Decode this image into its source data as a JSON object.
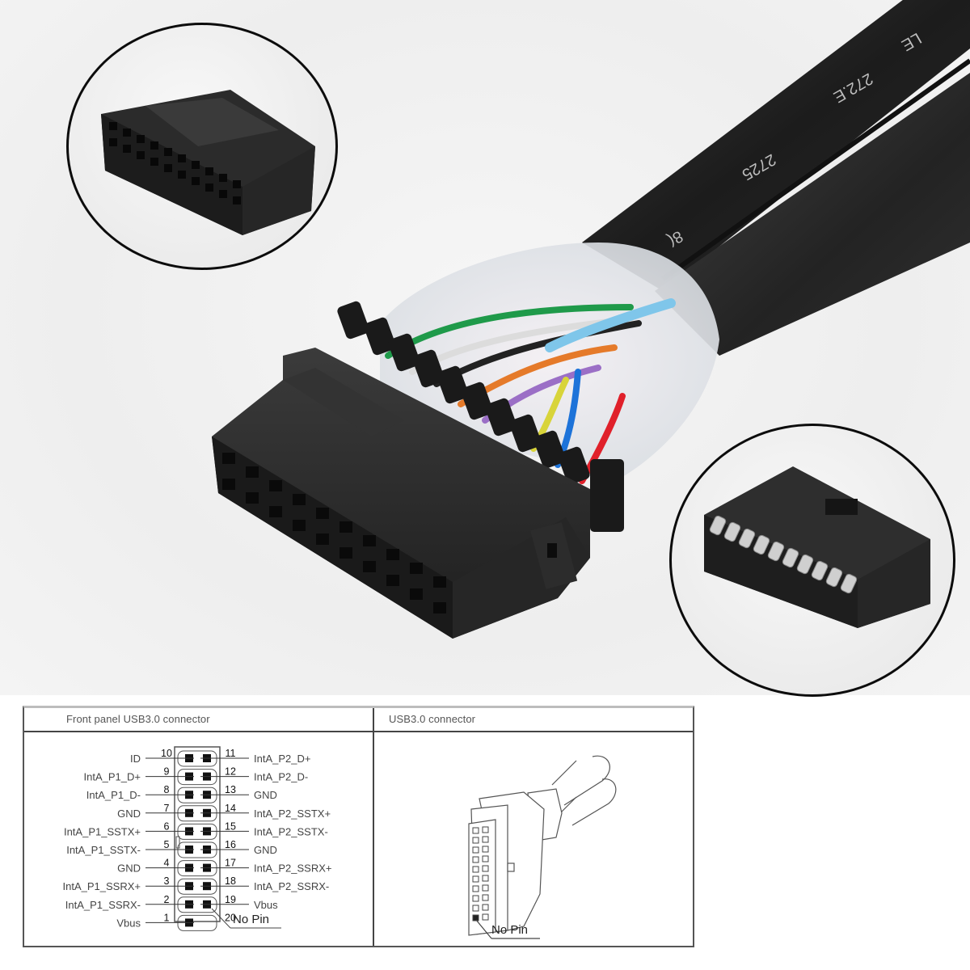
{
  "photo": {
    "cable_print_top": "LE",
    "cable_print_mid": "272.E",
    "cable_print_low": "2725",
    "cable_print_end": "8(",
    "wire_colors": [
      "#1f9a4a",
      "#d9d9d9",
      "#222222",
      "#e57a2a",
      "#9b6fc6",
      "#d8d43a",
      "#1d73d9",
      "#e0202a",
      "#7fc6ea"
    ]
  },
  "insets": {
    "top_left": "female-20pin-header-connector-closeup",
    "bottom_right": "20pin-connector-contact-side-closeup"
  },
  "pinout_table": {
    "left_header": "Front panel USB3.0 connector",
    "right_header": "USB3.0 connector",
    "left_pins": [
      {
        "num": "10",
        "label": "ID"
      },
      {
        "num": "9",
        "label": "IntA_P1_D+"
      },
      {
        "num": "8",
        "label": "IntA_P1_D-"
      },
      {
        "num": "7",
        "label": "GND"
      },
      {
        "num": "6",
        "label": "IntA_P1_SSTX+"
      },
      {
        "num": "5",
        "label": "IntA_P1_SSTX-"
      },
      {
        "num": "4",
        "label": "GND"
      },
      {
        "num": "3",
        "label": "IntA_P1_SSRX+"
      },
      {
        "num": "2",
        "label": "IntA_P1_SSRX-"
      },
      {
        "num": "1",
        "label": "Vbus"
      }
    ],
    "right_pins": [
      {
        "num": "11",
        "label": "IntA_P2_D+"
      },
      {
        "num": "12",
        "label": "IntA_P2_D-"
      },
      {
        "num": "13",
        "label": "GND"
      },
      {
        "num": "14",
        "label": "IntA_P2_SSTX+"
      },
      {
        "num": "15",
        "label": "IntA_P2_SSTX-"
      },
      {
        "num": "16",
        "label": "GND"
      },
      {
        "num": "17",
        "label": "IntA_P2_SSRX+"
      },
      {
        "num": "18",
        "label": "IntA_P2_SSRX-"
      },
      {
        "num": "19",
        "label": "Vbus"
      },
      {
        "num": "20",
        "label": ""
      }
    ],
    "no_pin_label_left": "No Pin",
    "no_pin_label_right": "No Pin"
  }
}
